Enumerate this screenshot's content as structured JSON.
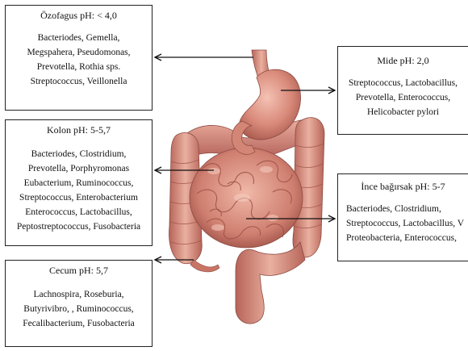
{
  "boxes": {
    "ozofagus": {
      "title": "Özofagus pH: < 4,0",
      "lines": [
        "Bacteriodes, Gemella,",
        "Megspahera, Pseudomonas,",
        "Prevotella, Rothia sps.",
        "Streptococcus, Veillonella"
      ]
    },
    "kolon": {
      "title": "Kolon pH: 5-5,7",
      "lines": [
        "Bacteriodes, Clostridium,",
        "Prevotella, Porphyromonas",
        "Eubacterium, Ruminococcus,",
        "Streptococcus,  Enterobacterium",
        "Enterococcus, Lactobacillus,",
        "Peptostreptococcus, Fusobacteria"
      ]
    },
    "cecum": {
      "title": "Cecum pH: 5,7",
      "lines": [
        "Lachnospira, Roseburia,",
        "Butyrivibro, , Ruminococcus,",
        "Fecalibacterium, Fusobacteria"
      ]
    },
    "mide": {
      "title": "Mide pH: 2,0",
      "lines": [
        "Streptococcus, Lactobacillus,",
        "Prevotella, Enterococcus,",
        "Helicobacter pylori"
      ]
    },
    "ince": {
      "title": "İnce bağırsak pH: 5-7",
      "lines": [
        "Bacteriodes, Clostridium,",
        "Streptococcus, Lactobacillus, V",
        "Proteobacteria, Enterococcus,"
      ]
    }
  }
}
